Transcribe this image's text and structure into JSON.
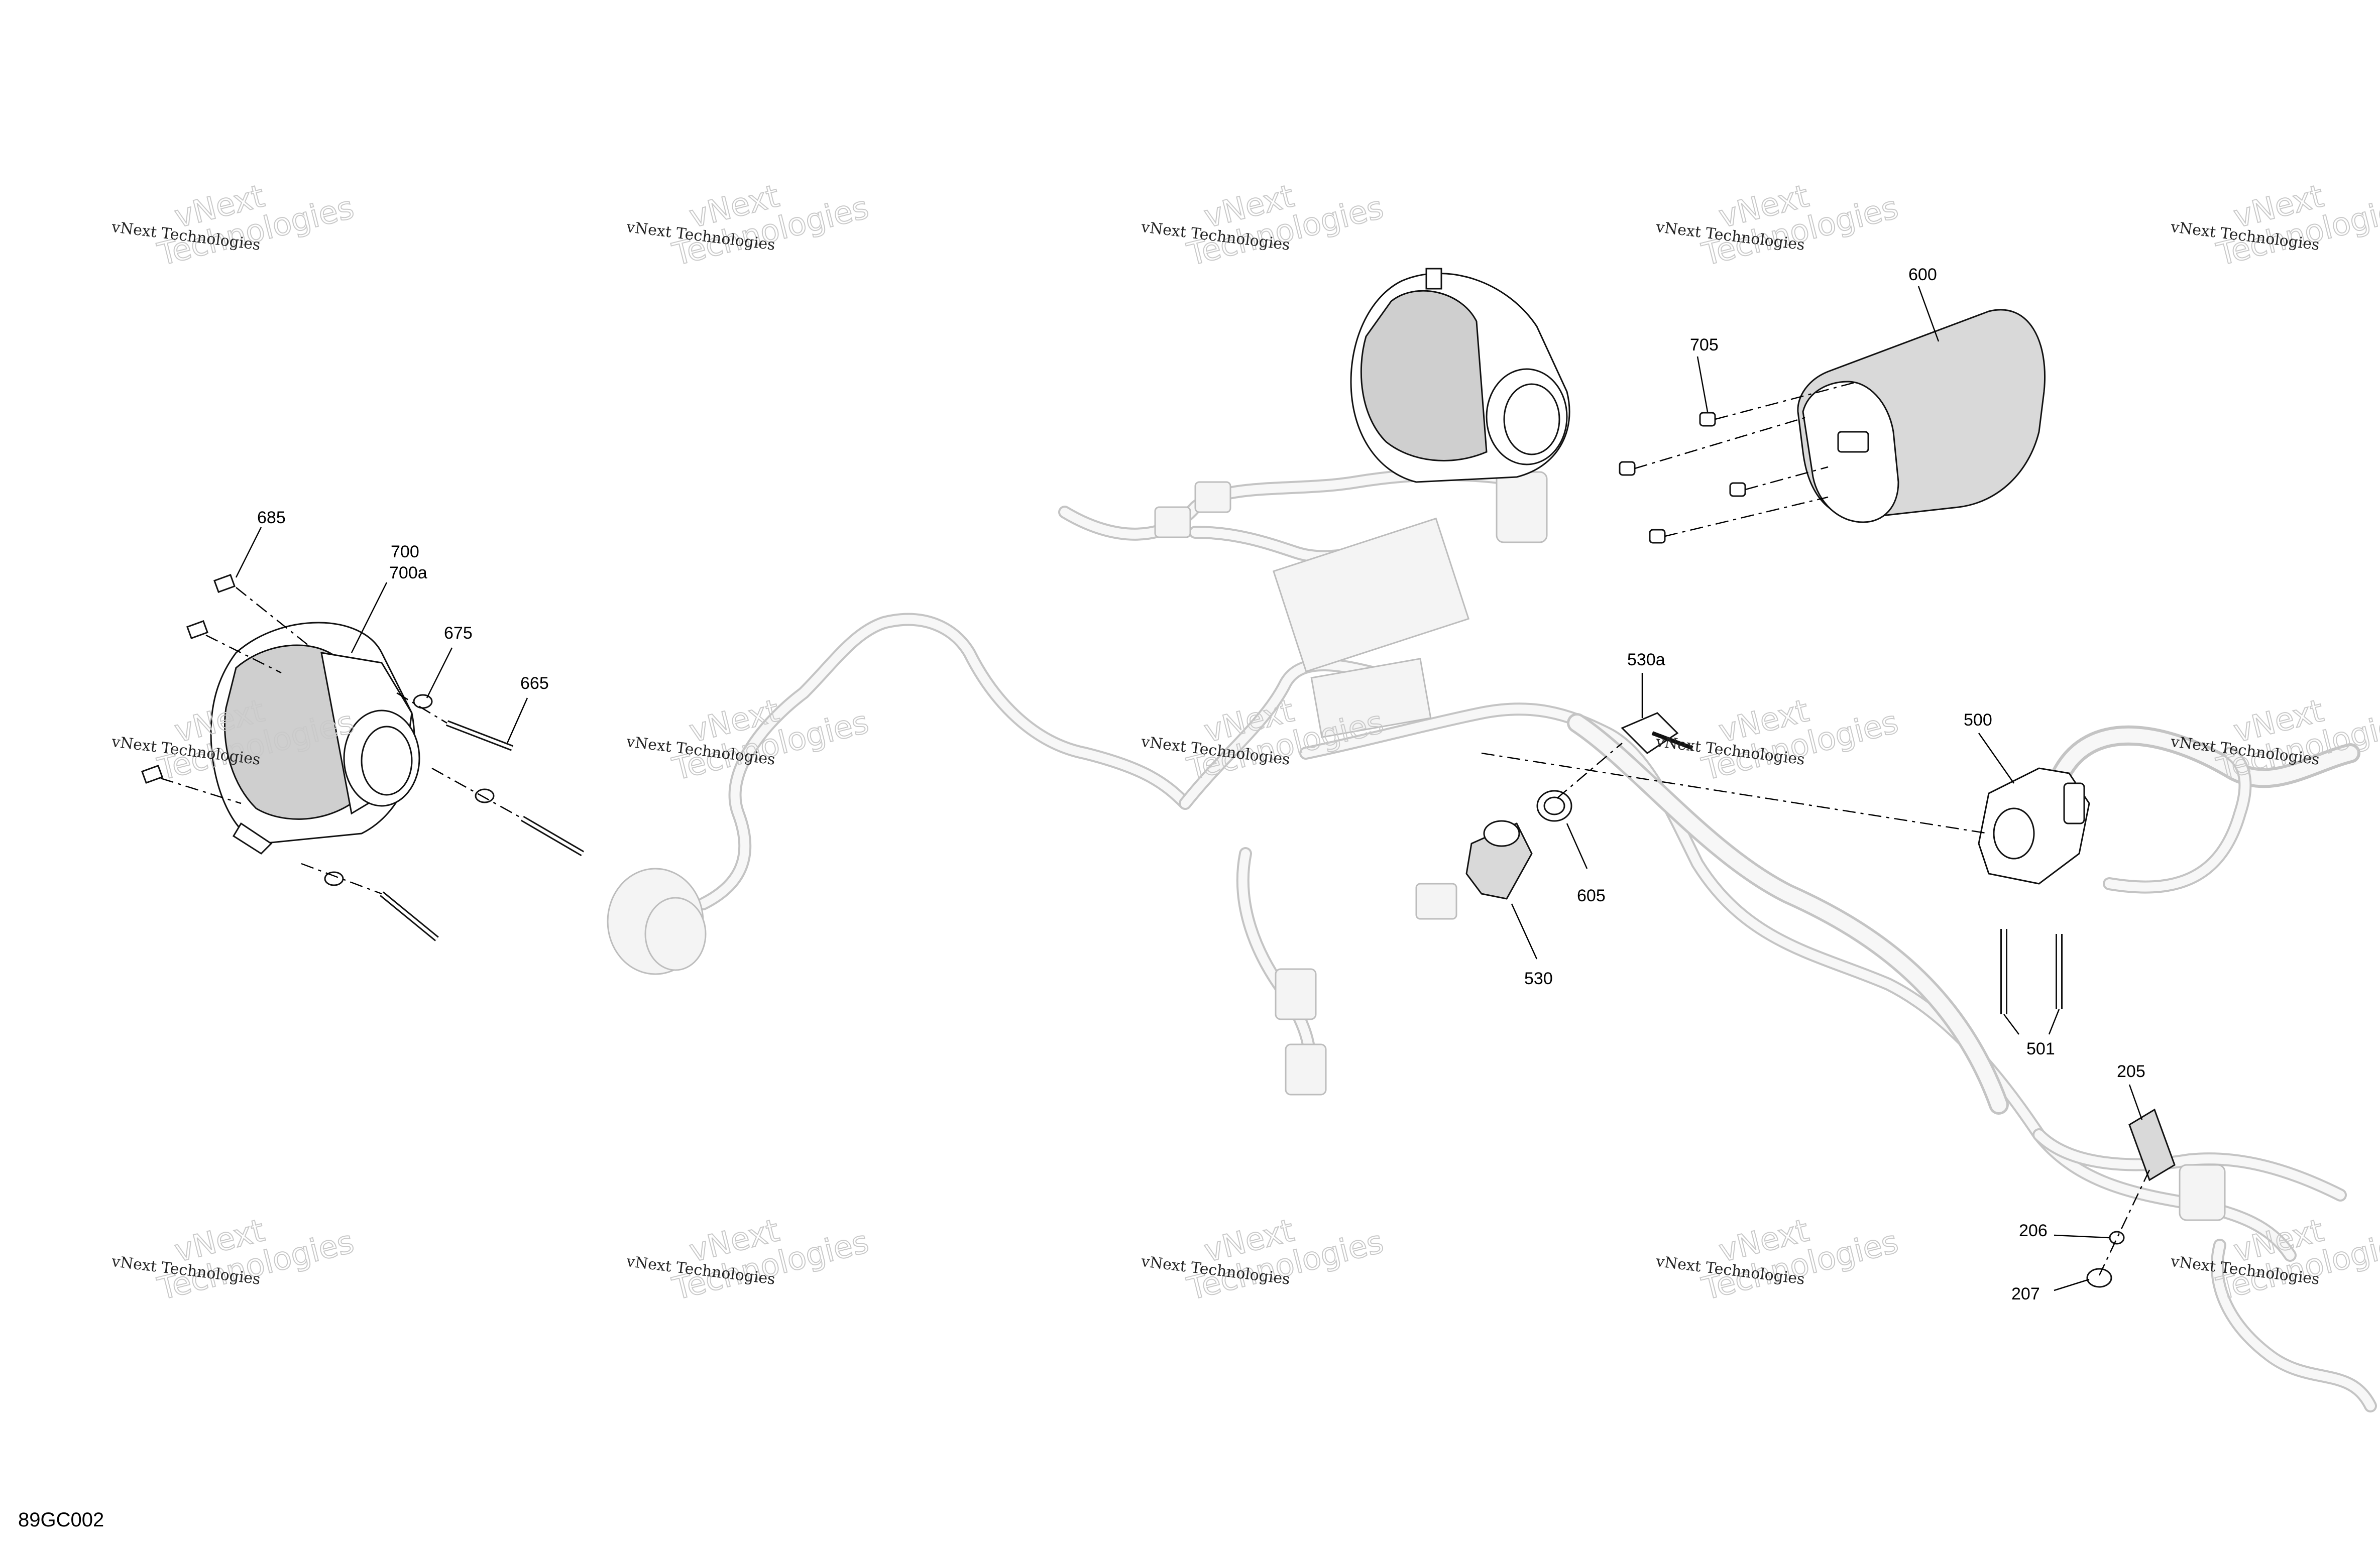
{
  "diagram_code": "89GC002",
  "watermark": {
    "small_text": "vNext Technologies",
    "big_line1": "vNext",
    "big_line2": "Technologies"
  },
  "callouts": {
    "c685": "685",
    "c700": "700",
    "c700a": "700a",
    "c675": "675",
    "c665": "665",
    "c705": "705",
    "c600": "600",
    "c530a": "530a",
    "c500": "500",
    "c605": "605",
    "c530": "530",
    "c501": "501",
    "c205": "205",
    "c206": "206",
    "c207": "207"
  }
}
